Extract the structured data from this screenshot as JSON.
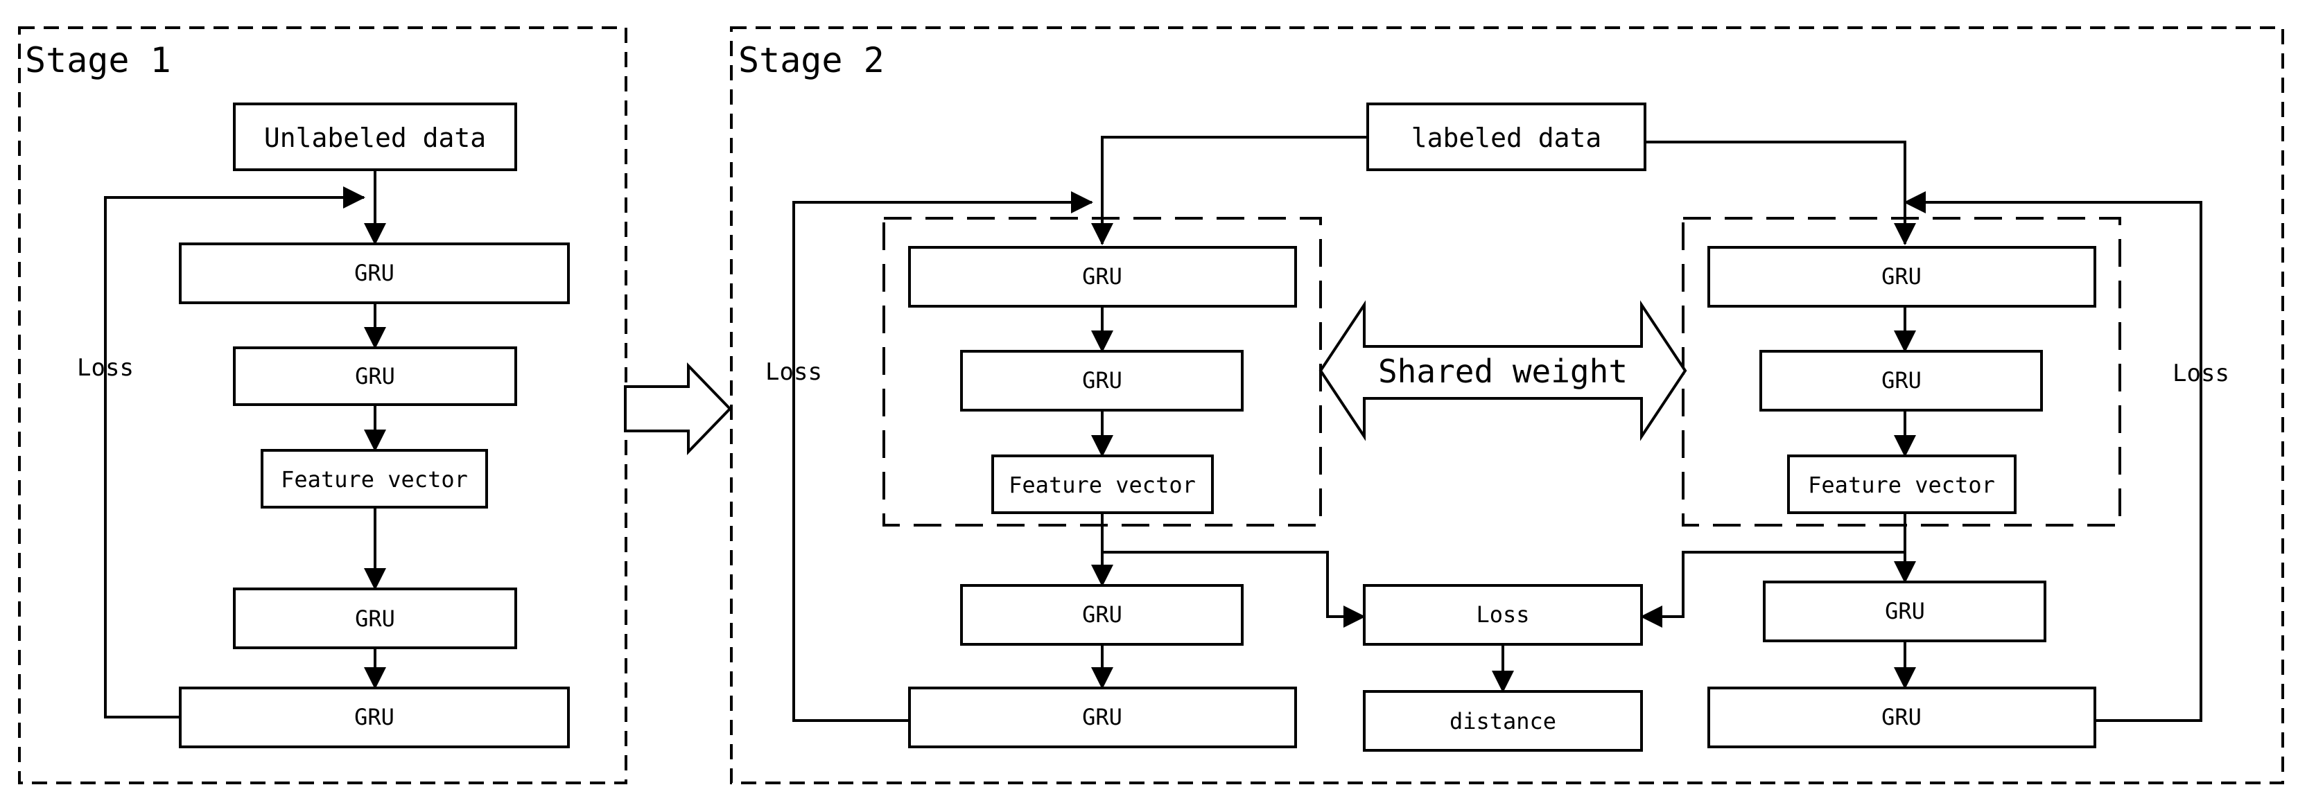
{
  "stage1": {
    "title": "Stage 1",
    "input": "Unlabeled data",
    "gru1": "GRU",
    "gru2": "GRU",
    "feature": "Feature vector",
    "gru3": "GRU",
    "gru4": "GRU",
    "loss": "Loss"
  },
  "stage2": {
    "title": "Stage 2",
    "input": "labeled data",
    "shared": "Shared weight",
    "left": {
      "gru1": "GRU",
      "gru2": "GRU",
      "feature": "Feature vector",
      "gru3": "GRU",
      "gru4": "GRU",
      "loss": "Loss"
    },
    "right": {
      "gru1": "GRU",
      "gru2": "GRU",
      "feature": "Feature vector",
      "gru3": "GRU",
      "gru4": "GRU",
      "loss": "Loss"
    },
    "center_loss": "Loss",
    "distance": "distance"
  }
}
